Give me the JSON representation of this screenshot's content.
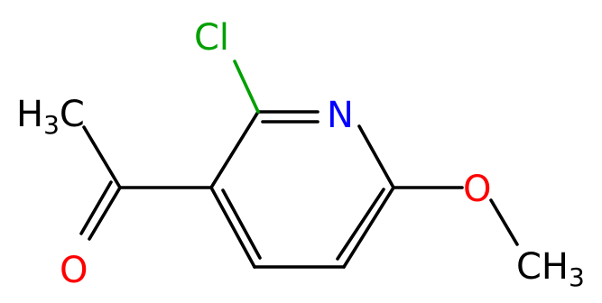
{
  "molecule": {
    "atoms": {
      "chlorine": {
        "symbol": "Cl",
        "color": "#00a000"
      },
      "nitrogen": {
        "symbol": "N",
        "color": "#0000ff"
      },
      "oxygen_methoxy": {
        "symbol": "O",
        "color": "#ff0000"
      },
      "oxygen_carbonyl": {
        "symbol": "O",
        "color": "#ff0000"
      },
      "methyl_acetyl": {
        "symbol": "H",
        "subscript": "3",
        "suffix": "C",
        "color": "#000000"
      },
      "methyl_methoxy": {
        "symbol": "CH",
        "subscript": "3",
        "color": "#000000"
      }
    },
    "bond_color": "#000000"
  }
}
